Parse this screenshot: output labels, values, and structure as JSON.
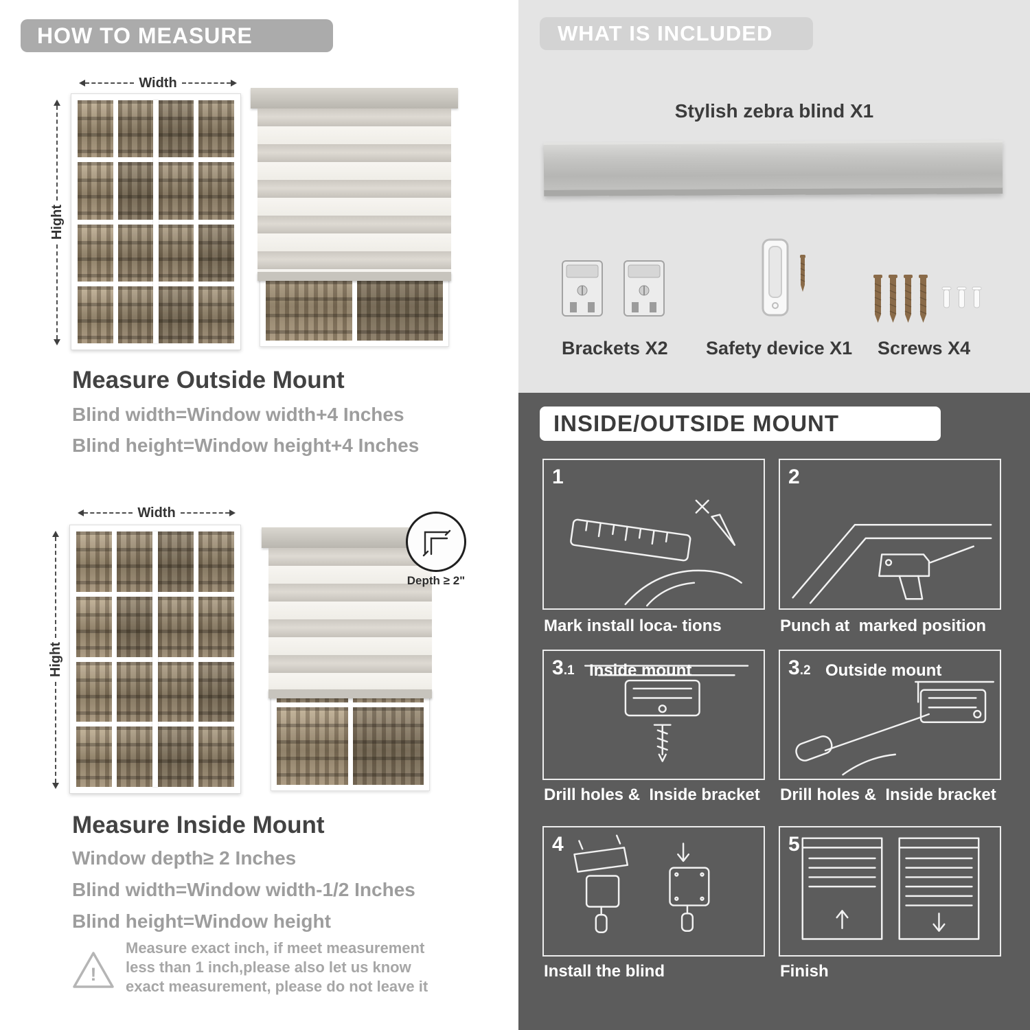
{
  "measure": {
    "banner": "HOW TO MEASURE",
    "width_label": "Width",
    "height_label": "Hight",
    "outside": {
      "title": "Measure Outside Mount",
      "line1": "Blind width=Window width+4 Inches",
      "line2": "Blind height=Window height+4 Inches"
    },
    "depth_badge": "Depth ≥ 2\"",
    "inside": {
      "title": "Measure Inside Mount",
      "line1": "Window depth≥ 2 Inches",
      "line2": "Blind width=Window width-1/2 Inches",
      "line3": "Blind height=Window height"
    },
    "warning_mark": "!",
    "warning": "Measure exact inch, if meet measurement less than 1 inch,please also let us know exact measurement, please do not leave it"
  },
  "included": {
    "banner": "WHAT IS INCLUDED",
    "blind_label": "Stylish zebra blind X1",
    "items": [
      {
        "label": "Brackets X2"
      },
      {
        "label": "Safety device X1"
      },
      {
        "label": "Screws X4"
      }
    ]
  },
  "mount": {
    "banner": "INSIDE/OUTSIDE MOUNT",
    "steps": [
      {
        "num": "1",
        "sub": "",
        "tag": "",
        "caption": "Mark install loca- tions"
      },
      {
        "num": "2",
        "sub": "",
        "tag": "",
        "caption": "Punch at  marked position"
      },
      {
        "num": "3",
        "sub": ".1",
        "tag": "Inside mount",
        "caption": "Drill holes &  Inside bracket"
      },
      {
        "num": "3",
        "sub": ".2",
        "tag": "Outside mount",
        "caption": "Drill holes &  Inside bracket"
      },
      {
        "num": "4",
        "sub": "",
        "tag": "",
        "caption": "Install the blind"
      },
      {
        "num": "5",
        "sub": "",
        "tag": "",
        "caption": "Finish"
      }
    ]
  },
  "colors": {
    "accent_gray": "#ababab",
    "light_panel": "#e4e4e4",
    "dark_panel": "#5c5c5c"
  }
}
